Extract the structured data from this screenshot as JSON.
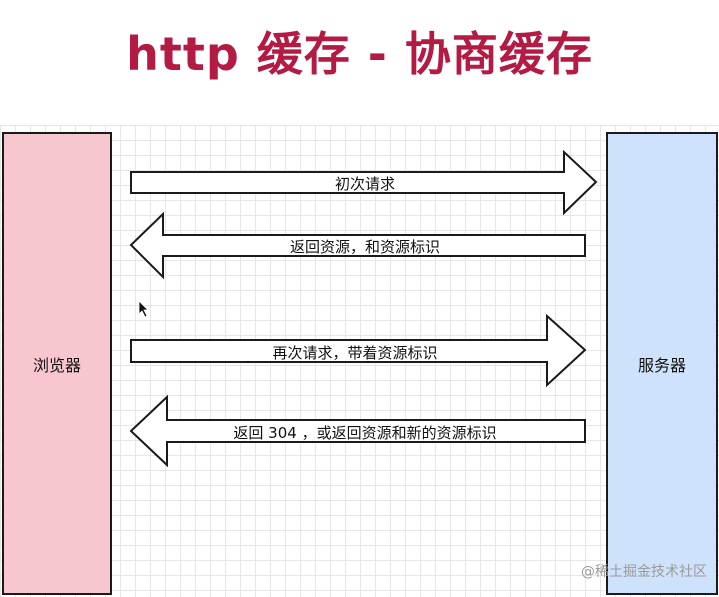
{
  "title": "http 缓存 - 协商缓存",
  "participants": {
    "browser": "浏览器",
    "server": "服务器"
  },
  "messages": [
    {
      "label": "初次请求",
      "direction": "right"
    },
    {
      "label": "返回资源，和资源标识",
      "direction": "left"
    },
    {
      "label": "再次请求，带着资源标识",
      "direction": "right"
    },
    {
      "label": "返回 304 ，或返回资源和新的资源标识",
      "direction": "left"
    }
  ],
  "watermark": "@稀土掘金技术社区",
  "colors": {
    "title": "#b31b45",
    "browser": "#f8c6cf",
    "server": "#cfe2fb"
  }
}
